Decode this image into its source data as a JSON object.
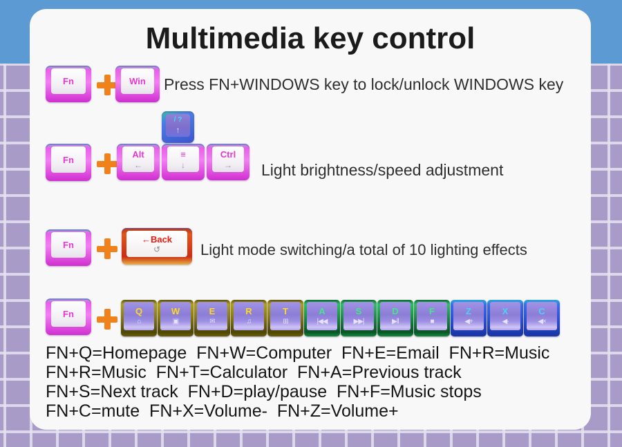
{
  "title": "Multimedia key control",
  "rows": {
    "row1": {
      "fn": "Fn",
      "win": "Win",
      "description": "Press FN+WINDOWS key to lock/unlock WINDOWS key"
    },
    "row2": {
      "fn": "Fn",
      "up_key": {
        "label": "/ ?",
        "arrow": "↑"
      },
      "keys": [
        {
          "label": "Alt",
          "arrow": "←"
        },
        {
          "label": "≡",
          "arrow": "↓"
        },
        {
          "label": "Ctrl",
          "arrow": "→"
        }
      ],
      "description": "Light brightness/speed adjustment"
    },
    "row3": {
      "fn": "Fn",
      "back_key": {
        "label": "←Back",
        "icon": "↺"
      },
      "description": "Light mode switching/a total of 10 lighting effects"
    },
    "row4": {
      "fn": "Fn",
      "keys": [
        {
          "letter": "Q",
          "icon": "⌂",
          "icon_name": "home-icon",
          "group": "yellow"
        },
        {
          "letter": "W",
          "icon": "▣",
          "icon_name": "computer-icon",
          "group": "yellow"
        },
        {
          "letter": "E",
          "icon": "✉",
          "icon_name": "email-icon",
          "group": "yellow"
        },
        {
          "letter": "R",
          "icon": "♫",
          "icon_name": "music-icon",
          "group": "yellow"
        },
        {
          "letter": "T",
          "icon": "⊞",
          "icon_name": "calculator-icon",
          "group": "yellow"
        },
        {
          "letter": "A",
          "icon": "|◀◀",
          "icon_name": "previous-track-icon",
          "group": "green"
        },
        {
          "letter": "S",
          "icon": "▶▶|",
          "icon_name": "next-track-icon",
          "group": "green"
        },
        {
          "letter": "D",
          "icon": "▶‖",
          "icon_name": "play-pause-icon",
          "group": "green"
        },
        {
          "letter": "F",
          "icon": "■",
          "icon_name": "stop-icon",
          "group": "green"
        },
        {
          "letter": "Z",
          "icon": "◀+",
          "icon_name": "volume-up-icon",
          "group": "blue"
        },
        {
          "letter": "X",
          "icon": "◀-",
          "icon_name": "volume-down-icon",
          "group": "blue"
        },
        {
          "letter": "C",
          "icon": "◀×",
          "icon_name": "mute-icon",
          "group": "blue"
        }
      ]
    }
  },
  "legend_lines": [
    "FN+Q=Homepage  FN+W=Computer  FN+E=Email  FN+R=Music",
    "FN+R=Music  FN+T=Calculator  FN+A=Previous track",
    "FN+S=Next track  FN+D=play/pause  FN+F=Music stops",
    "FN+C=mute  FN+X=Volume-  FN+Z=Volume+"
  ],
  "colors": {
    "banner_blue": "#5b9ad3",
    "background_purple": "#a89bc8",
    "grid_line": "#e6e2f0",
    "card": "#f8f8f8",
    "accent_orange": "#f0821c",
    "key_pink": "#e637d2",
    "key_purple_cap": "#8c7ed6",
    "frame_yellow": "#857710",
    "frame_green": "#1a8a42",
    "frame_blue": "#2a50d0",
    "back_red": "#e81c10",
    "text_dark": "#1b1b1b"
  }
}
